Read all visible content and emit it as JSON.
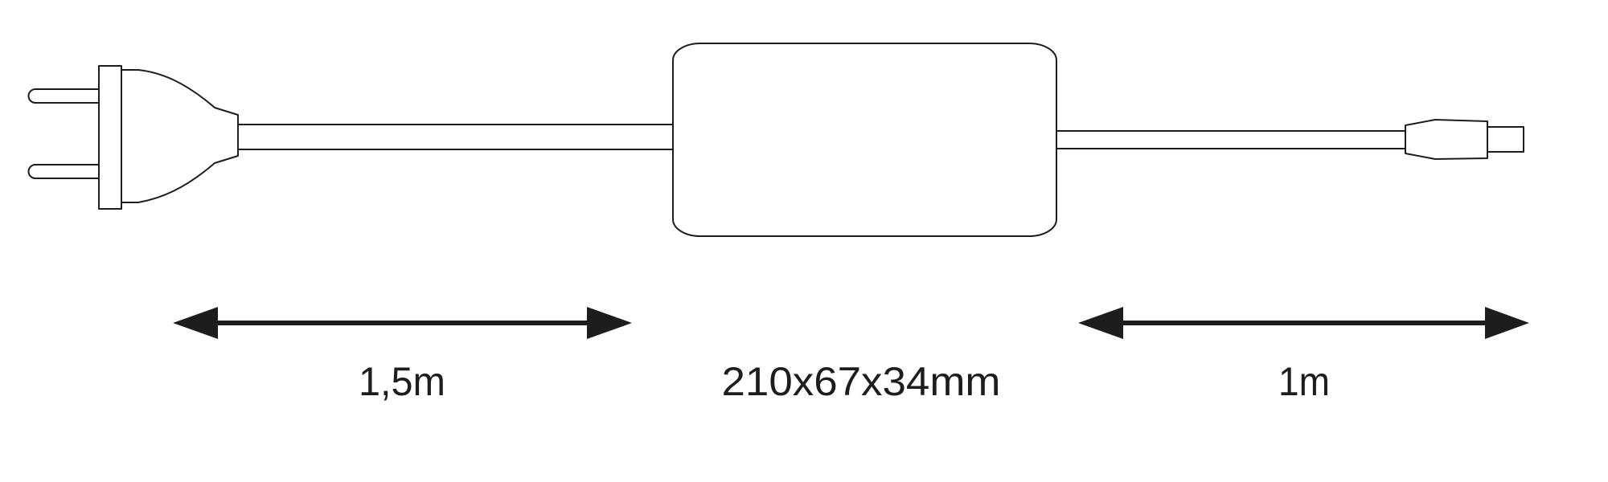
{
  "labels": {
    "input_cable_length": "1,5m",
    "housing_dimensions": "210x67x34mm",
    "output_cable_length": "1m"
  },
  "colors": {
    "line": "#1d1d1b",
    "background": "#ffffff"
  },
  "icons": {
    "mains_plug": "euro-plug-icon",
    "power_supply": "driver-box",
    "output_connector": "dc-connector-icon",
    "dimension_arrow": "double-arrow-icon"
  }
}
